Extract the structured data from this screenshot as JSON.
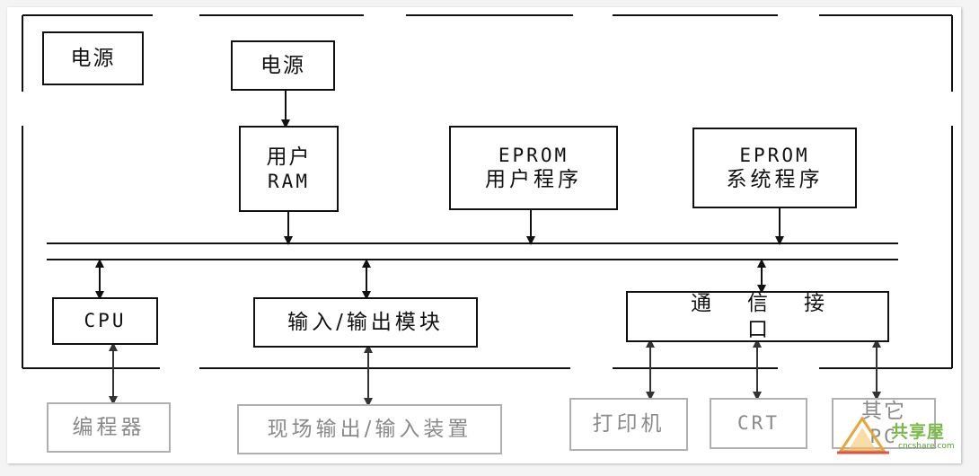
{
  "diagram": {
    "blocks": {
      "power_left": "电源",
      "power_top": "电源",
      "user_ram_line1": "用户",
      "user_ram_line2": "RAM",
      "eprom_user_line1": "EPROM",
      "eprom_user_line2": "用户程序",
      "eprom_system_line1": "EPROM",
      "eprom_system_line2": "系统程序",
      "cpu": "CPU",
      "io_module": "输入/输出模块",
      "comm_interface": "通信接口"
    },
    "external_devices": {
      "programmer": "编程器",
      "field_io": "现场输出/输入装置",
      "printer": "打印机",
      "crt": "CRT",
      "other_line1": "其它",
      "other_line2": "PC"
    }
  },
  "watermark": {
    "name": "共享屋",
    "site": "cncshare.com"
  },
  "colors": {
    "line": "#111111",
    "external_box": "#b0b0b0",
    "watermark_green": "#7bb84a"
  }
}
